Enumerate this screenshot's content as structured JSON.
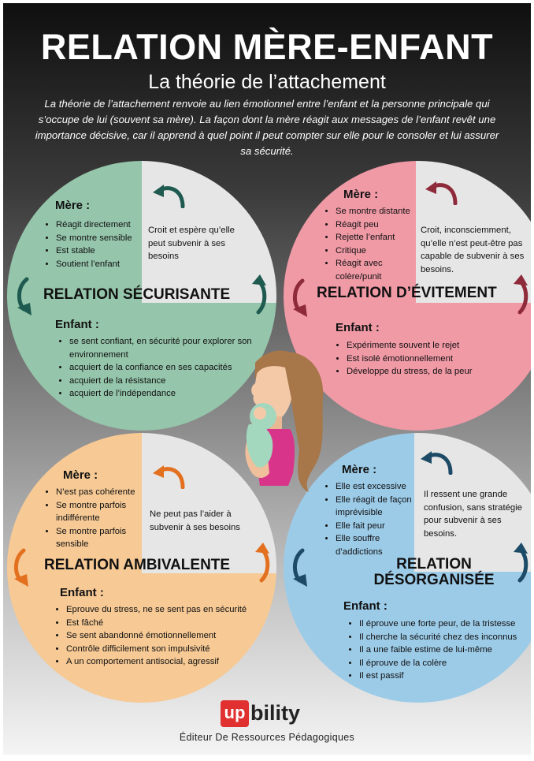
{
  "header": {
    "title": "RELATION MÈRE-ENFANT",
    "subtitle": "La théorie de l’attachement",
    "intro": "La théorie de l’attachement renvoie au lien émotionnel entre l’enfant et la personne principale qui s’occupe de lui (souvent sa mère). La façon dont la mère réagit aux messages de l’enfant revêt une importance décisive, car il apprend à quel point il peut compter sur elle pour le consoler et lui assurer sa sécurité."
  },
  "secure": {
    "mother_label": "Mère :",
    "mother_items": [
      "Réagit directement",
      "Se montre sensible",
      "Est stable",
      "Soutient l’enfant"
    ],
    "child_belief": "Croit et espère qu’elle peut subvenir à ses besoins",
    "title": "RELATION SÉCURISANTE",
    "child_label": "Enfant :",
    "child_items": [
      "se sent confiant, en sécurité pour explorer son environnement",
      "acquiert de la confiance en ses capacités",
      "acquiert de la résistance",
      "acquiert de l’indépendance"
    ]
  },
  "avoidant": {
    "mother_label": "Mère :",
    "mother_items": [
      "Se montre distante",
      "Réagit peu",
      "Rejette l’enfant",
      "Critique",
      "Réagit avec colère/punit"
    ],
    "child_belief": "Croit, inconsciemment, qu’elle n’est peut-être pas capable de subvenir à ses besoins.",
    "title": "RELATION D’ÉVITEMENT",
    "child_label": "Enfant :",
    "child_items": [
      "Expérimente souvent le rejet",
      "Est isolé émotionnellement",
      "Développe du stress, de la peur"
    ]
  },
  "ambivalent": {
    "mother_label": "Mère :",
    "mother_items": [
      "N’est pas cohérente",
      "Se montre parfois indifférente",
      "Se montre parfois sensible"
    ],
    "child_belief": "Ne peut pas l’aider à subvenir à ses besoins",
    "title": "RELATION AMBIVALENTE",
    "child_label": "Enfant :",
    "child_items": [
      "Eprouve du stress, ne se sent pas en sécurité",
      "Est fâché",
      "Se sent abandonné émotionnellement",
      "Contrôle difficilement son impulsivité",
      "A un comportement antisocial, agressif"
    ]
  },
  "disorganized": {
    "mother_label": "Mère :",
    "mother_items": [
      "Elle est excessive",
      "Elle réagit de façon imprévisible",
      "Elle fait peur",
      "Elle souffre d’addictions"
    ],
    "child_belief": "Il ressent une grande confusion, sans stratégie pour subvenir à ses besoins.",
    "title_line1": "RELATION",
    "title_line2": "DÉSORGANISÉE",
    "child_label": "Enfant :",
    "child_items": [
      "Il éprouve une forte peur, de la tristesse",
      "Il cherche la sécurité chez des inconnus",
      "Il a une faible estime de lui-même",
      "Il éprouve de la colère",
      "Il est passif"
    ]
  },
  "footer": {
    "logo_mark": "up",
    "logo_text": "bility",
    "tagline": "Éditeur De Ressources Pédagogiques"
  },
  "colors": {
    "secure": "#95c5aa",
    "secure_arrow": "#1f5a50",
    "avoidant": "#f09aa6",
    "avoidant_arrow": "#8e2a3a",
    "ambivalent": "#f6c995",
    "ambivalent_arrow": "#e2701f",
    "disorganized": "#9ccbe8",
    "disorganized_arrow": "#1d4a66",
    "quadrant_grey": "#e6e6e6"
  },
  "icons": [
    "curved-arrow-icon",
    "mother-child-illustration",
    "upbility-logo"
  ]
}
